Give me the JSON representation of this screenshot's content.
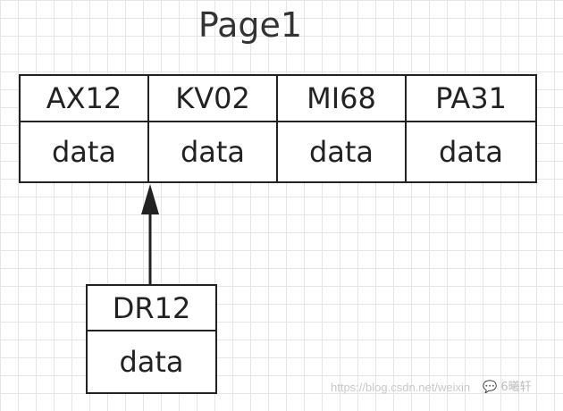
{
  "title": "Page1",
  "page_entries": [
    {
      "key": "AX12",
      "value": "data"
    },
    {
      "key": "KV02",
      "value": "data"
    },
    {
      "key": "MI68",
      "value": "data"
    },
    {
      "key": "PA31",
      "value": "data"
    }
  ],
  "record": {
    "key": "DR12",
    "value": "data"
  },
  "watermark": {
    "url": "https://blog.csdn.net/weixin",
    "logo_icon": "chat-bubble-icon",
    "logo_text": "6曦轩"
  }
}
